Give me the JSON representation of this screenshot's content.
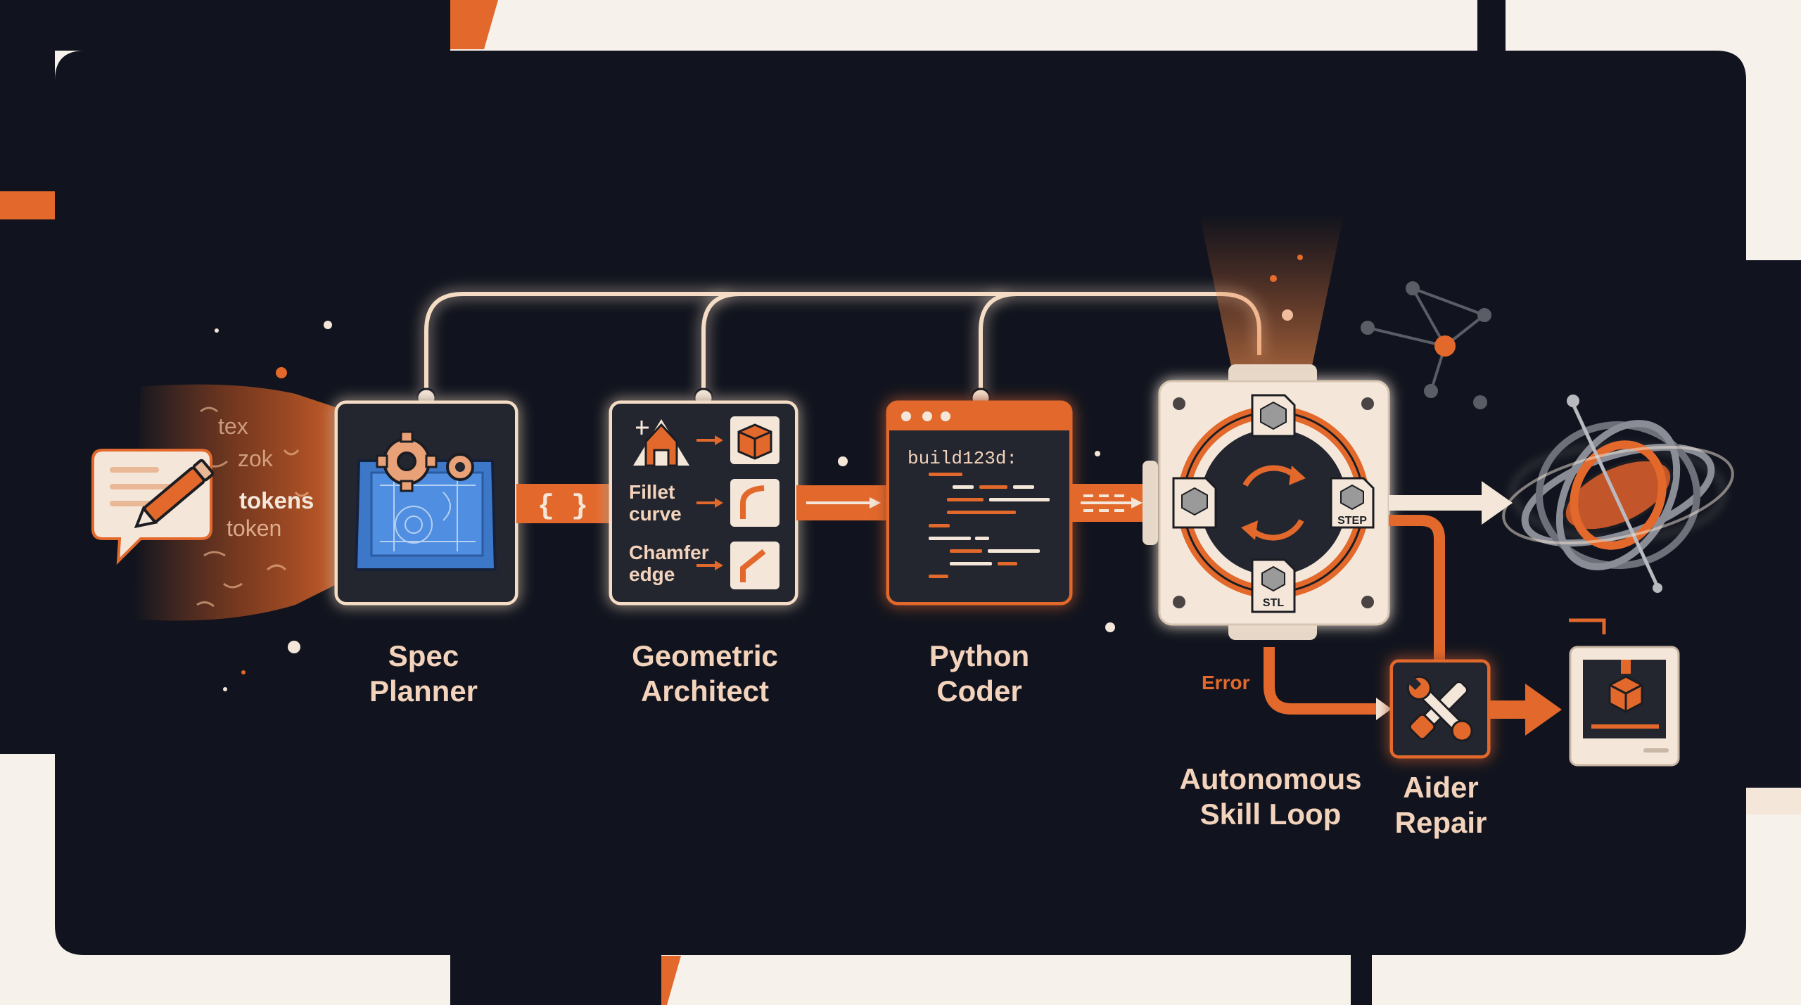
{
  "input": {
    "fragments": [
      "tex",
      "zok",
      "tokens",
      "token"
    ]
  },
  "stages": [
    {
      "id": "spec-planner",
      "label_line1": "Spec",
      "label_line2": "Planner"
    },
    {
      "id": "geometric-architect",
      "label_line1": "Geometric",
      "label_line2": "Architect"
    },
    {
      "id": "python-coder",
      "label_line1": "Python",
      "label_line2": "Coder"
    },
    {
      "id": "autonomous-skill-loop",
      "label_line1": "Autonomous",
      "label_line2": "Skill Loop"
    },
    {
      "id": "aider-repair",
      "label_line1": "Aider",
      "label_line2": "Repair"
    }
  ],
  "connector_glyph": "{ }",
  "geometric_ops": [
    {
      "line1": "Fillet",
      "line2": "curve"
    },
    {
      "line1": "Chamfer",
      "line2": "edge"
    }
  ],
  "code_window": {
    "first_line": "build123d:"
  },
  "file_badges": {
    "step": "STEP",
    "stl": "STL"
  },
  "error_label": "Error",
  "colors": {
    "background": "#11141e",
    "accent_orange": "#e2682b",
    "cream": "#f4e7d9",
    "blueprint_blue": "#3d78c8",
    "panel_dark": "#23262f"
  },
  "icons": [
    "pencil-chat-icon",
    "gears-blueprint-icon",
    "code-window-icon",
    "gyroscope-icon",
    "wrench-screwdriver-icon",
    "3d-printer-icon",
    "network-graph-icon"
  ]
}
